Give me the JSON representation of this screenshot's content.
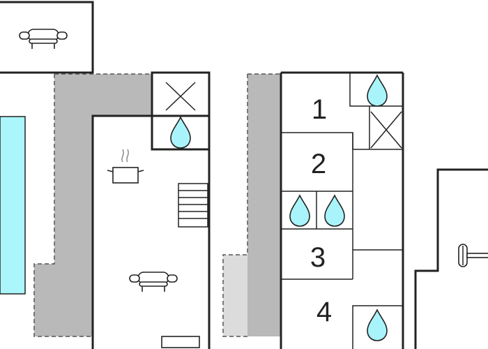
{
  "rooms": {
    "r1": "1",
    "r2": "2",
    "r3": "3",
    "r4": "4"
  },
  "colors": {
    "pool": "#aaf6fb",
    "terrace": "#b9b9b9",
    "terrace_light": "#dcdcdc",
    "water": "#a8f4fa",
    "wall": "#222222"
  },
  "icons": [
    "sofa-icon",
    "water-drop-icon",
    "cooking-pot-icon",
    "staircase-icon",
    "window-icon",
    "shower-icon",
    "cross-icon"
  ]
}
